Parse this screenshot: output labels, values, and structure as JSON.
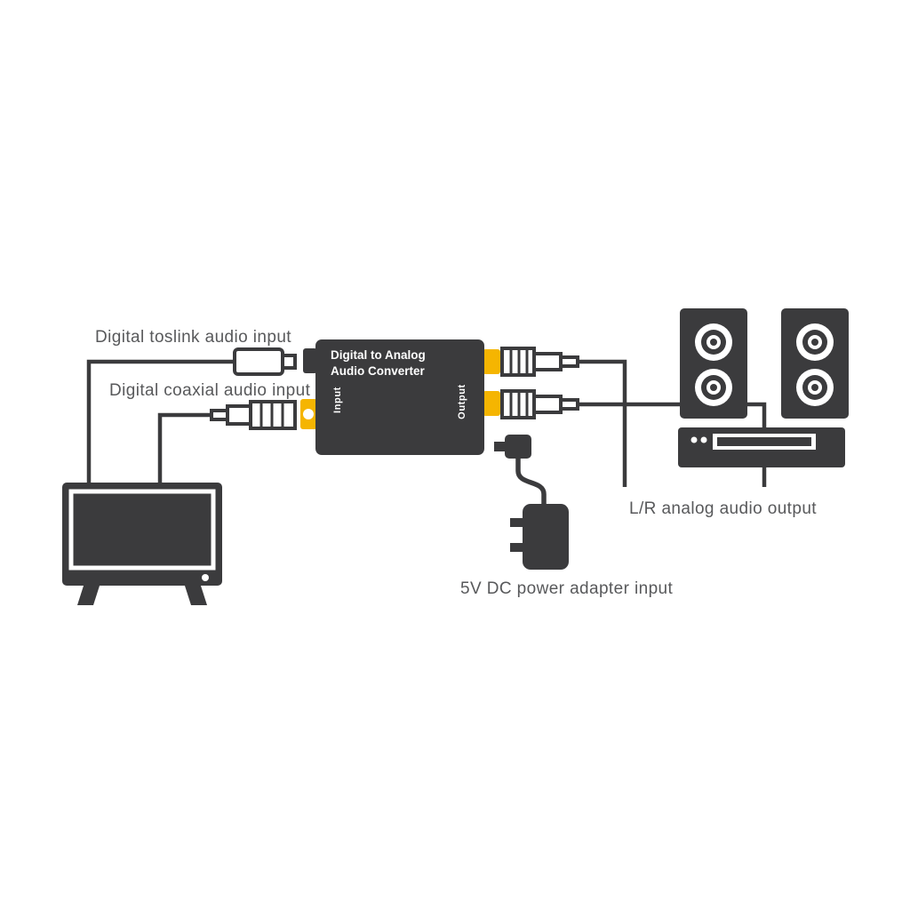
{
  "diagram": {
    "labels": {
      "toslink_input": "Digital toslink audio input",
      "coaxial_input": "Digital coaxial audio input",
      "analog_output": "L/R analog audio output",
      "power_input": "5V DC power adapter input"
    },
    "converter": {
      "title_line1": "Digital to Analog",
      "title_line2": "Audio Converter",
      "left_port_label": "Input",
      "right_port_label": "Output"
    },
    "colors": {
      "device_dark": "#3b3b3d",
      "label_text": "#58595b",
      "jack_yellow": "#f5b501",
      "connector_white": "#ffffff",
      "background": "#ffffff"
    }
  }
}
